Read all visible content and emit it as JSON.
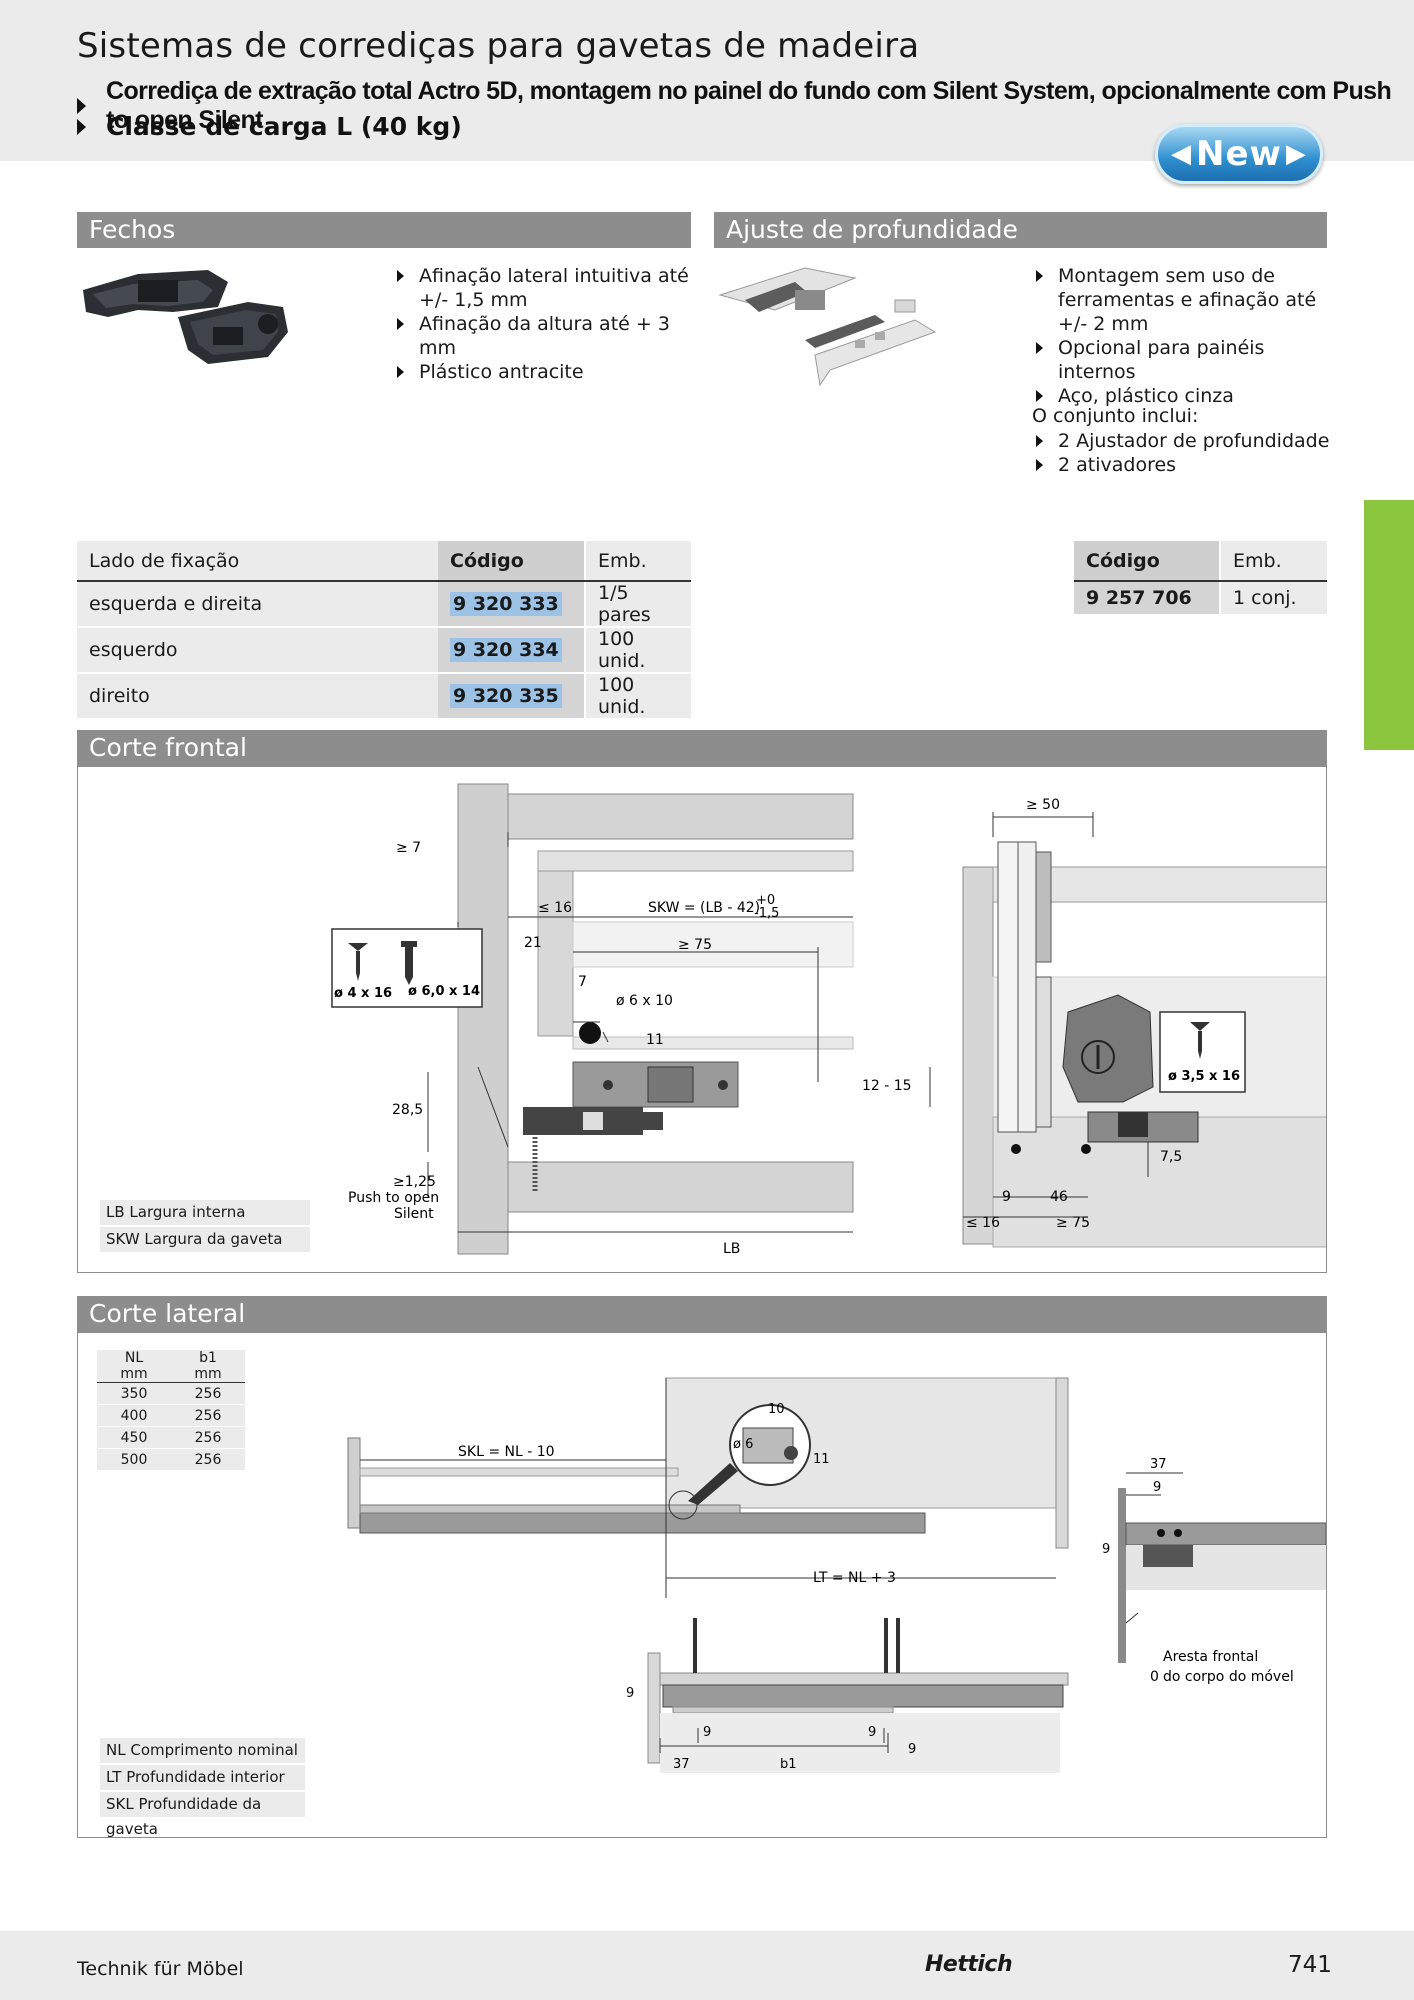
{
  "header": {
    "title": "Sistemas de corrediças para gavetas de madeira",
    "subtitle1": "Corrediça de extração total Actro 5D, montagem no painel do fundo com Silent System, opcionalmente com Push to open Silent",
    "subtitle2": "Classe de carga L (40 kg)",
    "badge": "New"
  },
  "fechos": {
    "heading": "Fechos",
    "features": [
      "Afinação lateral intuitiva até +/- 1,5 mm",
      "Afinação da altura até + 3 mm",
      "Plástico antracite"
    ],
    "table": {
      "headers": [
        "Lado de fixação",
        "Código",
        "Emb."
      ],
      "rows": [
        [
          "esquerda e direita",
          "9 320 333",
          "1/5 pares"
        ],
        [
          "esquerdo",
          "9 320 334",
          "100 unid."
        ],
        [
          "direito",
          "9 320 335",
          "100 unid."
        ]
      ]
    }
  },
  "ajuste": {
    "heading": "Ajuste de profundidade",
    "features": [
      "Montagem sem uso de ferramentas e afinação até +/- 2 mm",
      "Opcional para painéis internos",
      "Aço, plástico cinza"
    ],
    "includes_label": "O conjunto inclui:",
    "includes": [
      "2 Ajustador de profundidade",
      "2 ativadores"
    ],
    "table": {
      "headers": [
        "Código",
        "Emb."
      ],
      "rows": [
        [
          "9 257 706",
          "1 conj."
        ]
      ]
    }
  },
  "corte_frontal": {
    "heading": "Corte frontal",
    "legend": [
      "LB Largura interna",
      "SKW Largura da gaveta"
    ],
    "labels": {
      "ge7": "≥ 7",
      "le16": "≤ 16",
      "skw": "SKW = (LB - 42)",
      "skw_tol_top": "+0",
      "skw_tol_bot": "-1,5",
      "d21": "21",
      "ge75": "≥ 75",
      "d7": "7",
      "d6x10": "ø 6 x 10",
      "d11": "11",
      "d12_15": "12 - 15",
      "d28_5": "28,5",
      "d1_25": "≥1,25",
      "push1": "Push to open",
      "push2": "Silent",
      "lb": "LB",
      "screw1": "ø 4 x 16",
      "screw2": "ø 6,0 x 14",
      "ge50": "≥ 50",
      "screw3": "ø 3,5 x 16",
      "d7_5": "7,5",
      "d9": "9",
      "d46": "46",
      "le16b": "≤ 16",
      "ge75b": "≥ 75"
    }
  },
  "corte_lateral": {
    "heading": "Corte lateral",
    "nl_table": {
      "headers": [
        "NL\nmm",
        "b1\nmm"
      ],
      "h1a": "NL",
      "h1b": "mm",
      "h2a": "b1",
      "h2b": "mm",
      "rows": [
        [
          "350",
          "256"
        ],
        [
          "400",
          "256"
        ],
        [
          "450",
          "256"
        ],
        [
          "500",
          "256"
        ]
      ]
    },
    "legend": [
      "NL Comprimento nominal",
      "LT Profundidade interior",
      "SKL Profundidade da gaveta"
    ],
    "labels": {
      "skl": "SKL = NL - 10",
      "lt": "LT = NL + 3",
      "d10": "10",
      "d6": "ø 6",
      "d11": "11",
      "d37": "37",
      "d9a": "9",
      "d9b": "9",
      "aresta1": "Aresta frontal",
      "aresta2": "do corpo do móvel",
      "zero": "0",
      "b9": "9",
      "b9a": "9",
      "b9b": "9",
      "b9c": "9",
      "b37": "37",
      "b1": "b1"
    }
  },
  "footer": {
    "left": "Technik für Möbel",
    "brand": "Hettich",
    "page": "741"
  },
  "colors": {
    "section_bar": "#8d8d8d",
    "green_tab": "#8cc63f",
    "code_highlight": "#9cc3e6"
  }
}
